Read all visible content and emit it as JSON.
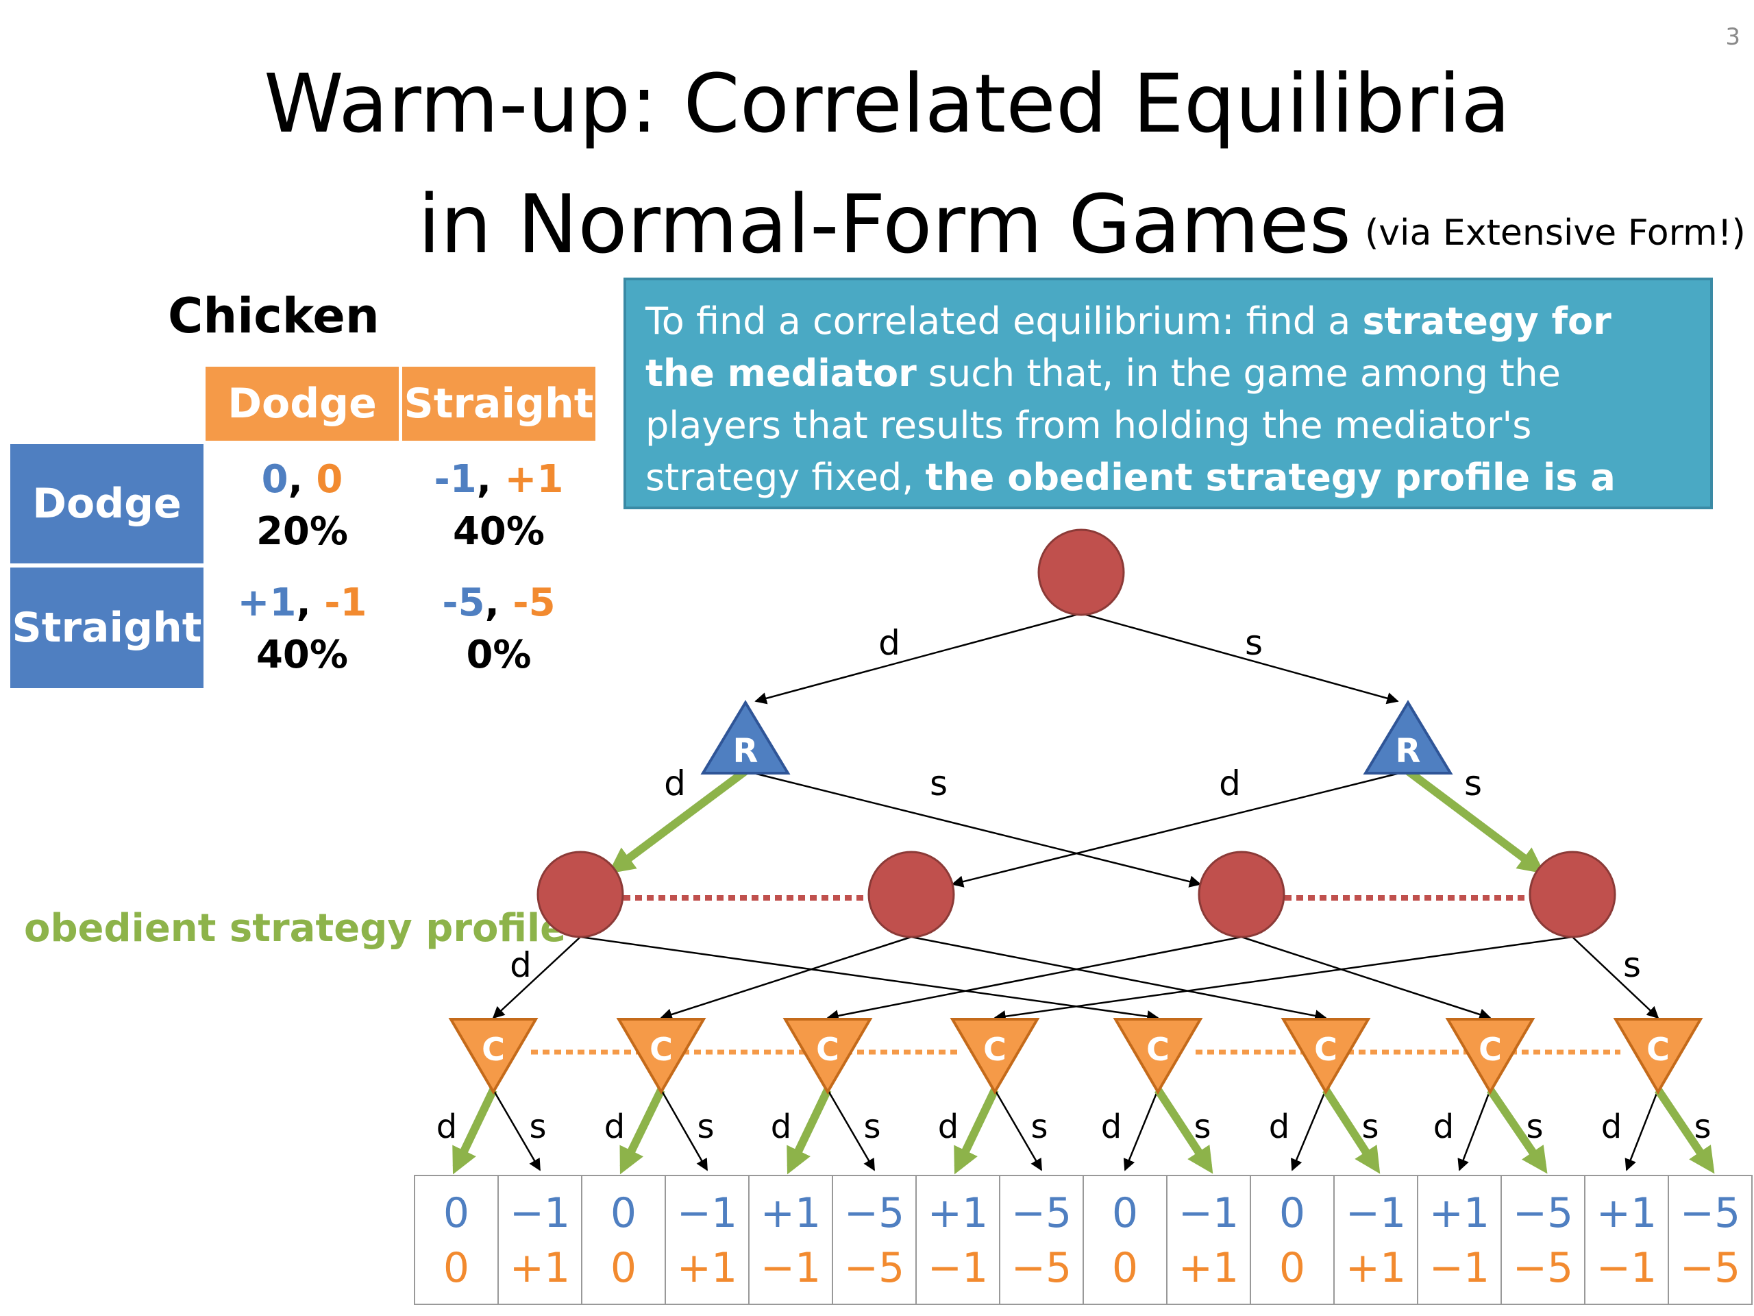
{
  "slide_number": "3",
  "title": {
    "line1": "Warm-up: Correlated Equilibria",
    "line2": "in Normal-Form Games",
    "note": "(via Extensive Form!)"
  },
  "game": {
    "name": "Chicken",
    "col_headers": [
      "Dodge",
      "Straight"
    ],
    "row_headers": [
      "Dodge",
      "Straight"
    ],
    "cells": [
      [
        {
          "p1": "0",
          "p2": "0",
          "prob": "20%"
        },
        {
          "p1": "-1",
          "p2": "+1",
          "prob": "40%"
        }
      ],
      [
        {
          "p1": "+1",
          "p2": "-1",
          "prob": "40%"
        },
        {
          "p1": "-5",
          "p2": "-5",
          "prob": "0%"
        }
      ]
    ]
  },
  "callout": {
    "p1": "To find a correlated equilibrium: find a ",
    "b1": "strategy for the mediator",
    "p2": " such that, in the game among the players that results from holding the mediator's strategy fixed, ",
    "b2": "the obedient strategy profile is a Nash equilibrium."
  },
  "legend": {
    "obedient": "obedient strategy profile"
  },
  "tree": {
    "edge_labels": {
      "d": "d",
      "s": "s"
    },
    "row_player_label": "R",
    "col_player_label": "C",
    "payoffs": [
      {
        "top": "0",
        "bottom": "0"
      },
      {
        "top": "−1",
        "bottom": "+1"
      },
      {
        "top": "0",
        "bottom": "0"
      },
      {
        "top": "−1",
        "bottom": "+1"
      },
      {
        "top": "+1",
        "bottom": "−1"
      },
      {
        "top": "−5",
        "bottom": "−5"
      },
      {
        "top": "+1",
        "bottom": "−1"
      },
      {
        "top": "−5",
        "bottom": "−5"
      },
      {
        "top": "0",
        "bottom": "0"
      },
      {
        "top": "−1",
        "bottom": "+1"
      },
      {
        "top": "0",
        "bottom": "0"
      },
      {
        "top": "−1",
        "bottom": "+1"
      },
      {
        "top": "+1",
        "bottom": "−1"
      },
      {
        "top": "−5",
        "bottom": "−5"
      },
      {
        "top": "+1",
        "bottom": "−1"
      },
      {
        "top": "−5",
        "bottom": "−5"
      }
    ],
    "colors": {
      "chance": "#c0504d",
      "row_player": "#4f7fc1",
      "col_player": "#f59a48",
      "obedient": "#8db34a",
      "payoff_top": "#4f7fc1",
      "payoff_bottom": "#f28a2f"
    }
  }
}
